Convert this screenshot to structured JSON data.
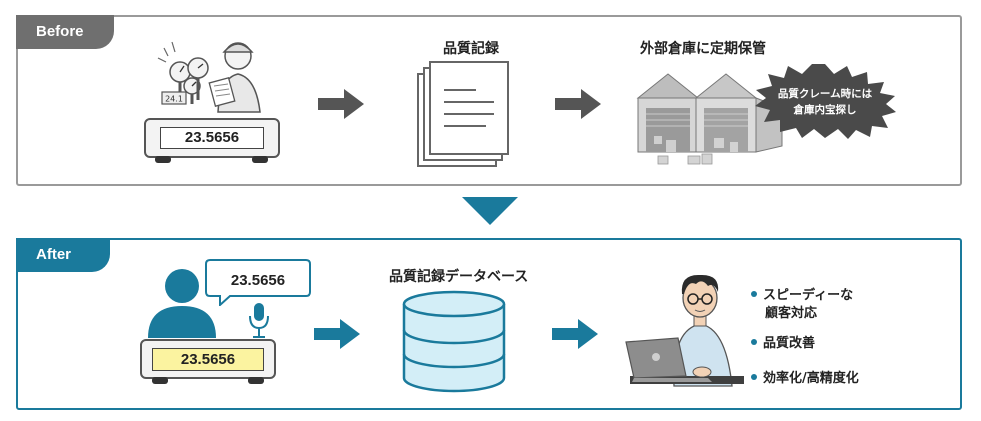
{
  "before": {
    "tag": "Before",
    "scale_reading": "23.5656",
    "gauge_display": "24.1",
    "step2_title": "品質記録",
    "step3_title": "外部倉庫に定期保管",
    "burst_line1": "品質クレーム時には",
    "burst_line2": "倉庫内宝探し"
  },
  "after": {
    "tag": "After",
    "speech_reading": "23.5656",
    "scale_reading": "23.5656",
    "step2_title": "品質記録データベース",
    "bullets": [
      {
        "line1": "スピーディーな",
        "line2": "顧客対応"
      },
      {
        "line1": "品質改善"
      },
      {
        "line1": "効率化/高精度化"
      }
    ]
  },
  "colors": {
    "teal": "#1a7a9c",
    "gray": "#6f6f6f",
    "arrow_gray": "#555555",
    "db_fill": "#d3eef7"
  }
}
